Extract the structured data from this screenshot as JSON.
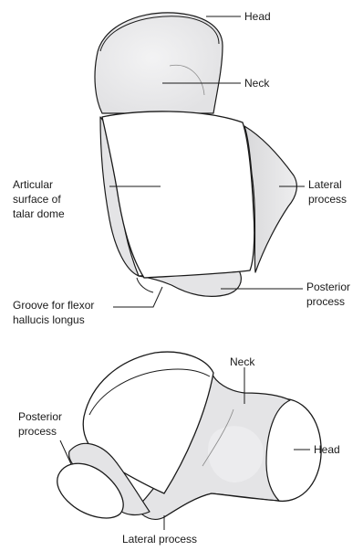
{
  "labels": {
    "top": {
      "head": "Head",
      "neck": "Neck",
      "articular_1": "Articular",
      "articular_2": "surface of",
      "articular_3": "talar dome",
      "lateral_1": "Lateral",
      "lateral_2": "process",
      "posterior_1": "Posterior",
      "posterior_2": "process",
      "groove_1": "Groove for flexor",
      "groove_2": "hallucis longus"
    },
    "bottom": {
      "neck": "Neck",
      "posterior_1": "Posterior",
      "posterior_2": "process",
      "head": "Head",
      "lateral": "Lateral process"
    }
  }
}
